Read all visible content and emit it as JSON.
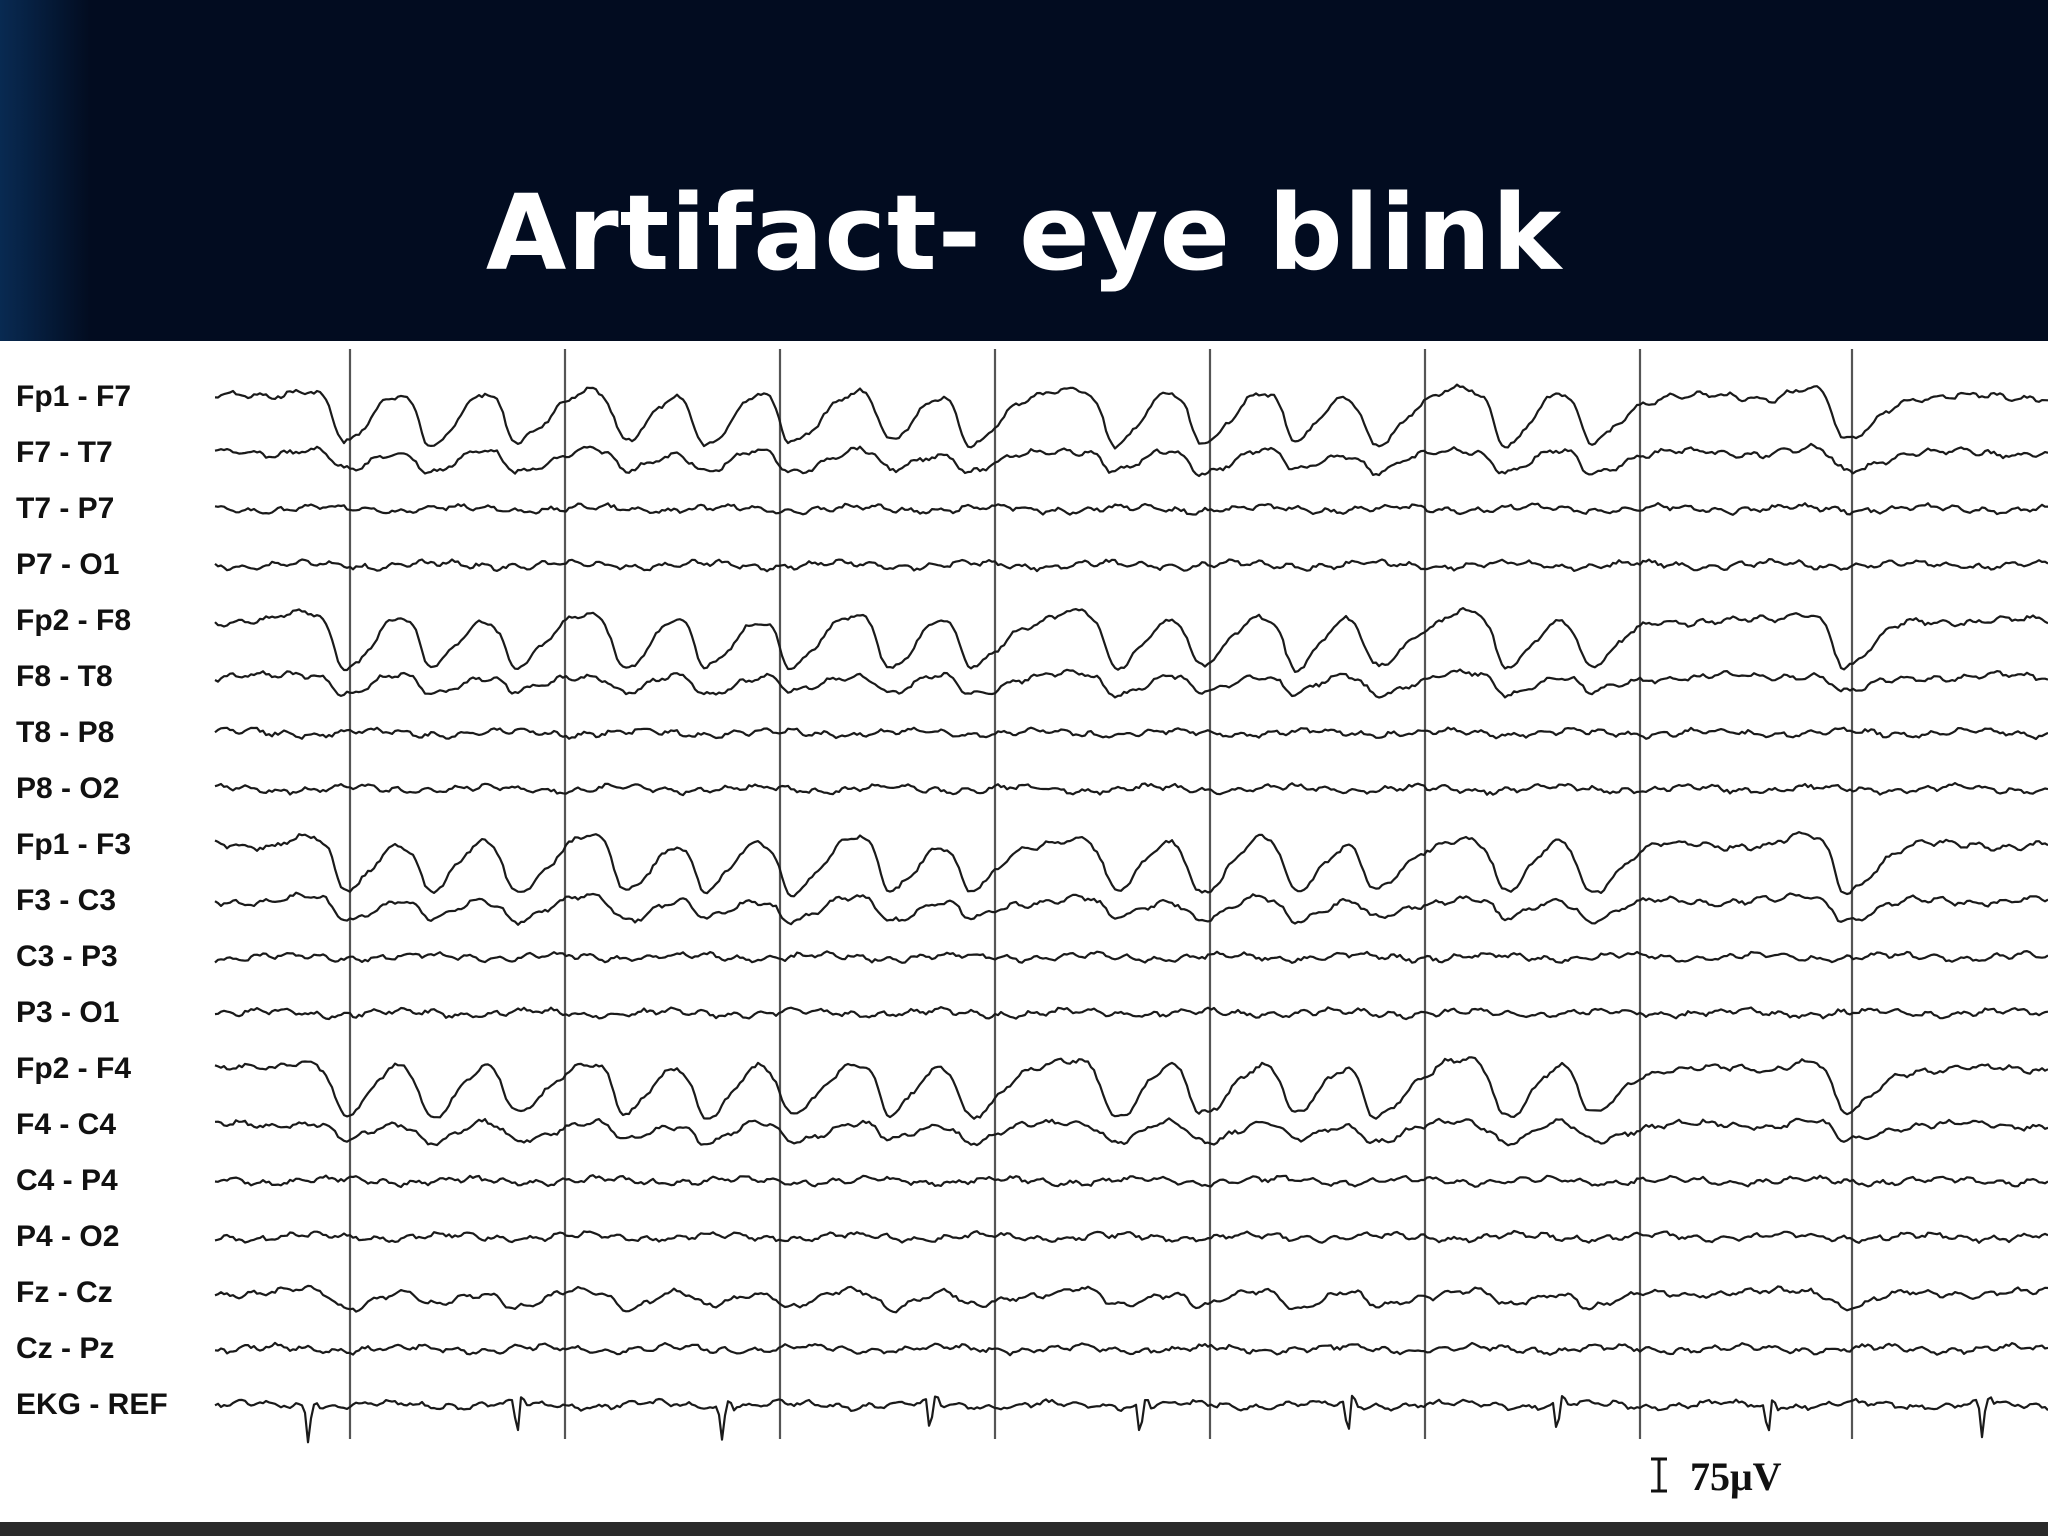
{
  "slide": {
    "title": "Artifact- eye blink"
  },
  "eeg": {
    "channels": [
      {
        "label": "Fp1 - F7",
        "blink": 1.0
      },
      {
        "label": "F7 - T7",
        "blink": 0.4
      },
      {
        "label": "T7 - P7",
        "blink": 0.0
      },
      {
        "label": "P7 - O1",
        "blink": 0.0
      },
      {
        "label": "Fp2 - F8",
        "blink": 1.0
      },
      {
        "label": "F8 - T8",
        "blink": 0.35
      },
      {
        "label": "T8 - P8",
        "blink": 0.0
      },
      {
        "label": "P8 - O2",
        "blink": 0.0
      },
      {
        "label": "Fp1 - F3",
        "blink": 1.0
      },
      {
        "label": "F3 - C3",
        "blink": 0.4
      },
      {
        "label": "C3 - P3",
        "blink": 0.0
      },
      {
        "label": "P3 - O1",
        "blink": 0.0
      },
      {
        "label": "Fp2 - F4",
        "blink": 1.0
      },
      {
        "label": "F4 - C4",
        "blink": 0.35
      },
      {
        "label": "C4 - P4",
        "blink": 0.0
      },
      {
        "label": "P4 - O2",
        "blink": 0.0
      },
      {
        "label": "Fz - Cz",
        "blink": 0.3
      },
      {
        "label": "Cz - Pz",
        "blink": 0.0
      },
      {
        "label": "EKG - REF",
        "blink": 0.0,
        "ekg": true
      }
    ],
    "scale_label": "75μV"
  }
}
